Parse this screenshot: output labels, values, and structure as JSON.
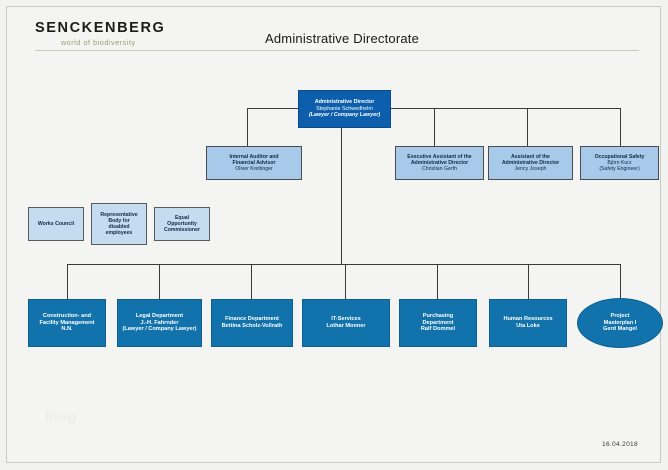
{
  "header": {
    "logo_word": "SENCKENBERG",
    "logo_tagline": "world of biodiversity",
    "title": "Administrative Directorate"
  },
  "footer": {
    "date": "16.04.2018",
    "watermark": "blog"
  },
  "colors": {
    "director_box": "#0d5fae",
    "second_level_box": "#a8caea",
    "staff_box": "#c5dcf0",
    "department_box": "#1272ab",
    "connector": "#3a3a3a",
    "logo_tagline": "#9aa06e",
    "page_background": "#f4f4f2"
  },
  "chart_data": {
    "type": "orgchart",
    "title": "Administrative Directorate",
    "nodes": [
      {
        "id": "director",
        "level": 0,
        "shape": "rect",
        "style": "dark",
        "title": "Administrative Director",
        "person": "Stephanie Schwedhelm",
        "qualifier": "(Lawyer / Company Lawyer)"
      },
      {
        "id": "internal-auditor",
        "level": 1,
        "shape": "rect",
        "style": "light",
        "title_line1": "Internal Auditor and",
        "title_line2": "Financial Advisor",
        "person": "Oliver Krettinger"
      },
      {
        "id": "executive-assistant",
        "level": 1,
        "shape": "rect",
        "style": "light",
        "title_line1": "Executive Assistant of the",
        "title_line2": "Administrative Director",
        "person": "Christian Gerth"
      },
      {
        "id": "assistant",
        "level": 1,
        "shape": "rect",
        "style": "light",
        "title_line1": "Assistant of the",
        "title_line2": "Administrative Director",
        "person": "Jency Joseph"
      },
      {
        "id": "occupational-safety",
        "level": 1,
        "shape": "rect",
        "style": "light",
        "title_line1": "Occupational Safety",
        "person": "Björn Kurz",
        "qualifier": "(Safety Engineer)"
      },
      {
        "id": "works-council",
        "level": 1,
        "shape": "rect",
        "style": "staff",
        "title": "Works Council"
      },
      {
        "id": "representative-body",
        "level": 1,
        "shape": "rect",
        "style": "staff",
        "title_line1": "Representative",
        "title_line2": "Body for",
        "title_line3": "disabled",
        "title_line4": "employees"
      },
      {
        "id": "equal-opportunity",
        "level": 1,
        "shape": "rect",
        "style": "staff",
        "title_line1": "Equal",
        "title_line2": "Opportunity",
        "title_line3": "Commissioner"
      },
      {
        "id": "construction",
        "level": 2,
        "shape": "rect",
        "style": "department",
        "title_line1": "Construction- and",
        "title_line2": "Facility Management",
        "person": "N.N."
      },
      {
        "id": "legal",
        "level": 2,
        "shape": "rect",
        "style": "department",
        "title": "Legal Department",
        "person": "J.-H. Fahrnder",
        "qualifier": "(Lawyer / Company Lawyer)"
      },
      {
        "id": "finance",
        "level": 2,
        "shape": "rect",
        "style": "department",
        "title": "Finance Department",
        "person": "Bettina Scholz-Vollrath"
      },
      {
        "id": "it-services",
        "level": 2,
        "shape": "rect",
        "style": "department",
        "title": "IT-Services",
        "person": "Lothar Monner"
      },
      {
        "id": "purchasing",
        "level": 2,
        "shape": "rect",
        "style": "department",
        "title_line1": "Purchasing",
        "title_line2": "Department",
        "person": "Ralf Dommel"
      },
      {
        "id": "human-resources",
        "level": 2,
        "shape": "rect",
        "style": "department",
        "title": "Human Resources",
        "person": "Uta Loke"
      },
      {
        "id": "project-masterplan",
        "level": 2,
        "shape": "ellipse",
        "style": "department",
        "title_line1": "Project",
        "title_line2": "Masterplan I",
        "person": "Gerd Mangel"
      }
    ]
  }
}
